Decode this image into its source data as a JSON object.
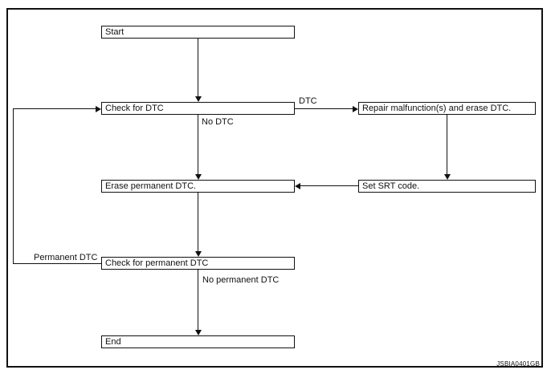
{
  "diagram": {
    "title_implicit": "DTC diagnosis flowchart",
    "nodes": {
      "start": "Start",
      "check_dtc": "Check for DTC",
      "repair": "Repair malfunction(s) and erase DTC.",
      "erase_permanent": "Erase permanent DTC.",
      "set_srt": "Set SRT code.",
      "check_permanent": "Check for permanent DTC",
      "end": "End"
    },
    "edge_labels": {
      "dtc": "DTC",
      "no_dtc": "No DTC",
      "permanent_dtc": "Permanent DTC",
      "no_permanent_dtc": "No permanent DTC"
    },
    "figure_id": "JSBIA0401GB",
    "colors": {
      "line": "#111111",
      "background": "#ffffff"
    },
    "flow": [
      "Start -> Check for DTC",
      "Check for DTC -(DTC)-> Repair malfunction(s) and erase DTC.",
      "Repair malfunction(s) and erase DTC. -> Set SRT code.",
      "Set SRT code. -> Erase permanent DTC.",
      "Check for DTC -(No DTC)-> Erase permanent DTC.",
      "Erase permanent DTC. -> Check for permanent DTC",
      "Check for permanent DTC -(Permanent DTC)-> Check for DTC",
      "Check for permanent DTC -(No permanent DTC)-> End"
    ]
  }
}
